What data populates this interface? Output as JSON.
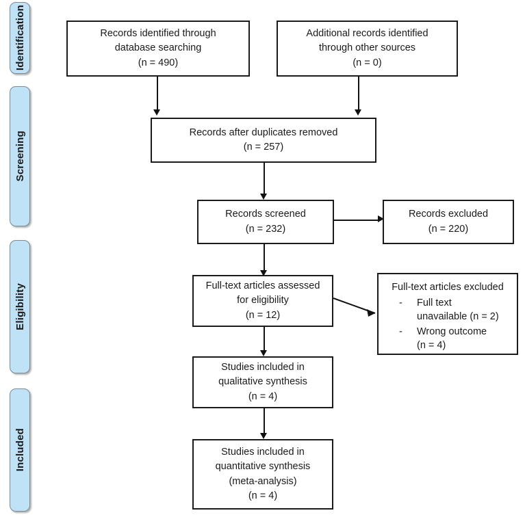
{
  "diagram": {
    "type": "prisma-flow-diagram",
    "accent_color": "#bfe2f7",
    "line_color": "#111111",
    "phases": [
      {
        "id": "identification",
        "label": "Identification"
      },
      {
        "id": "screening",
        "label": "Screening"
      },
      {
        "id": "eligibility",
        "label": "Eligibility"
      },
      {
        "id": "included",
        "label": "Included"
      }
    ],
    "nodes": {
      "records_identified": {
        "lines": [
          "Records identified through",
          "database searching",
          "(n = 490)"
        ],
        "count": 490
      },
      "additional_records": {
        "lines": [
          "Additional records identified",
          "through other sources",
          "(n = 0)"
        ],
        "count": 0
      },
      "duplicates_removed": {
        "lines": [
          "Records after duplicates removed",
          "(n = 257)"
        ],
        "count": 257
      },
      "records_screened": {
        "lines": [
          "Records screened",
          "(n = 232)"
        ],
        "count": 232
      },
      "records_excluded": {
        "lines": [
          "Records excluded",
          "(n = 220)"
        ],
        "count": 220
      },
      "fulltext_assessed": {
        "lines": [
          "Full-text articles assessed",
          "for eligibility",
          "(n = 12)"
        ],
        "count": 12
      },
      "fulltext_excluded": {
        "heading": "Full-text articles excluded",
        "bullets": [
          {
            "marker": "-",
            "lines": [
              "Full text",
              "unavailable (n = 2)"
            ],
            "count": 2
          },
          {
            "marker": "-",
            "lines": [
              "Wrong outcome",
              "(n = 4)"
            ],
            "count": 4
          }
        ]
      },
      "qualitative_synthesis": {
        "lines": [
          "Studies included in",
          "qualitative synthesis",
          "(n = 4)"
        ],
        "count": 4
      },
      "quantitative_synthesis": {
        "lines": [
          "Studies included in",
          "quantitative synthesis",
          "(meta-analysis)",
          "(n = 4)"
        ],
        "count": 4
      }
    }
  }
}
